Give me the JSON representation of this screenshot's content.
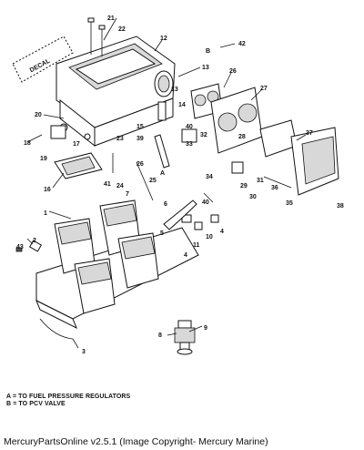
{
  "diagram": {
    "decal_text": "DECAL",
    "callouts": [
      "1",
      "2",
      "3",
      "4",
      "4",
      "5",
      "6",
      "7",
      "8",
      "9",
      "10",
      "11",
      "12",
      "13",
      "13",
      "14",
      "15",
      "16",
      "17",
      "18",
      "19",
      "20",
      "21",
      "22",
      "23",
      "24",
      "25",
      "26",
      "26",
      "27",
      "28",
      "29",
      "30",
      "31",
      "32",
      "33",
      "34",
      "35",
      "36",
      "37",
      "38",
      "39",
      "40",
      "40",
      "41",
      "42",
      "43"
    ],
    "markers": {
      "a": "A",
      "b": "B"
    }
  },
  "legend": {
    "a": "A = TO FUEL PRESSURE REGULATORS",
    "b": "B = TO PCV VALVE"
  },
  "footer": {
    "text": "MercuryPartsOnline v2.5.1 (Image Copyright- Mercury Marine)"
  }
}
